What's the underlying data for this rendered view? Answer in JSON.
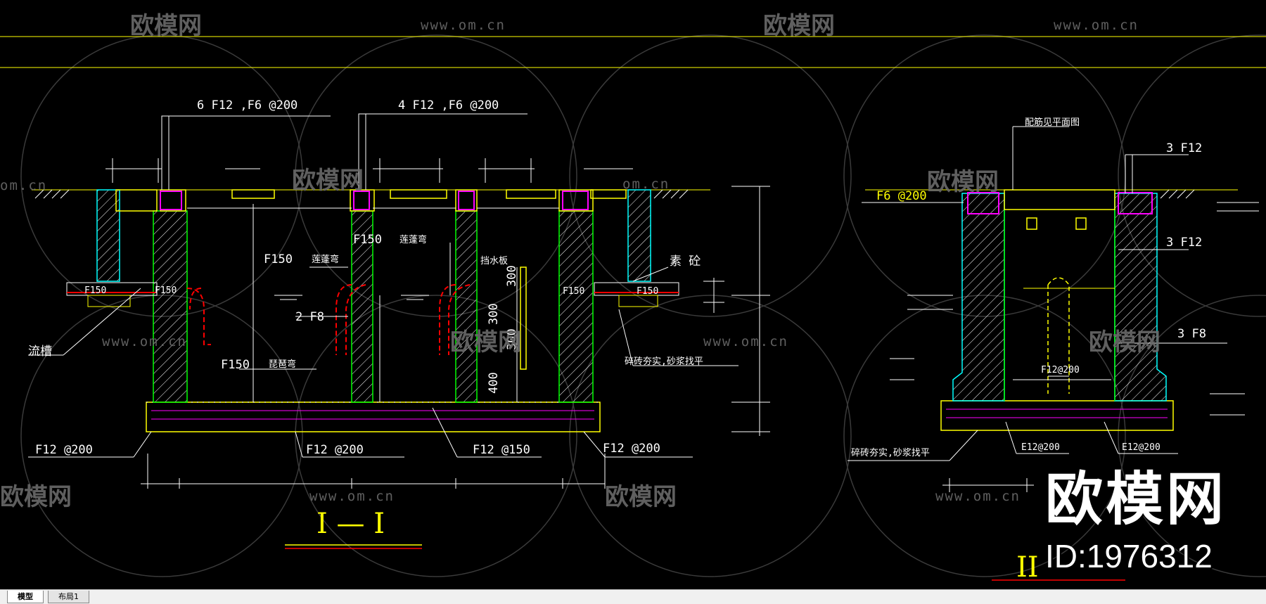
{
  "labels": {
    "rebar_top_left": "6 F12 ,F6 @200",
    "rebar_top_mid": "4 F12 ,F6 @200",
    "f150": "F150",
    "pipe_bend_1": "莲蓬弯",
    "pipe_bend_2": "莲蓬弯",
    "pipe_bend_3": "琵琶弯",
    "baffle": "挡水板",
    "plain_concrete": "素 砼",
    "two_f8": "2 F8",
    "gutter": "流槽",
    "brick_fill": "碎砖夯实,砂浆找平",
    "brick_fill_right": "碎砖夯实,砂浆找平",
    "bot_f12_200_a": "F12 @200",
    "bot_f12_200_b": "F12 @200",
    "bot_f12_150": "F12 @150",
    "bot_f12_200_c": "F12 @200",
    "dim_300_a": "300",
    "dim_300_b": "300",
    "dim_300_c": "300",
    "dim_400": "400",
    "section_1": "I — I",
    "section_2": "II",
    "right_rebar_note": "配筋见平面图",
    "right_3f12_a": "3 F12",
    "right_3f12_b": "3 F12",
    "right_3f8": "3 F8",
    "right_f6_200": "F6 @200",
    "right_f12_200_mid": "F12@200",
    "right_e12_a": "E12@200",
    "right_e12_b": "E12@200",
    "small_f150_a": "F150",
    "small_f150_b": "F150",
    "small_f150_c": "F150",
    "small_f150_d": "F150"
  },
  "watermark": {
    "logo_text": "欧模网",
    "url": "www.om.cn",
    "url_short": "om.cn"
  },
  "brand": {
    "name": "欧模网",
    "id": "ID:1976312"
  },
  "tabs": {
    "model": "模型",
    "layout1": "布局1"
  },
  "colors": {
    "background": "#000000",
    "structure": "#ffff00",
    "wall": "#00ff00",
    "rebar": "#ff00ff",
    "pipe": "#ff0000",
    "cyan": "#00ffff",
    "text": "#ffffff"
  }
}
